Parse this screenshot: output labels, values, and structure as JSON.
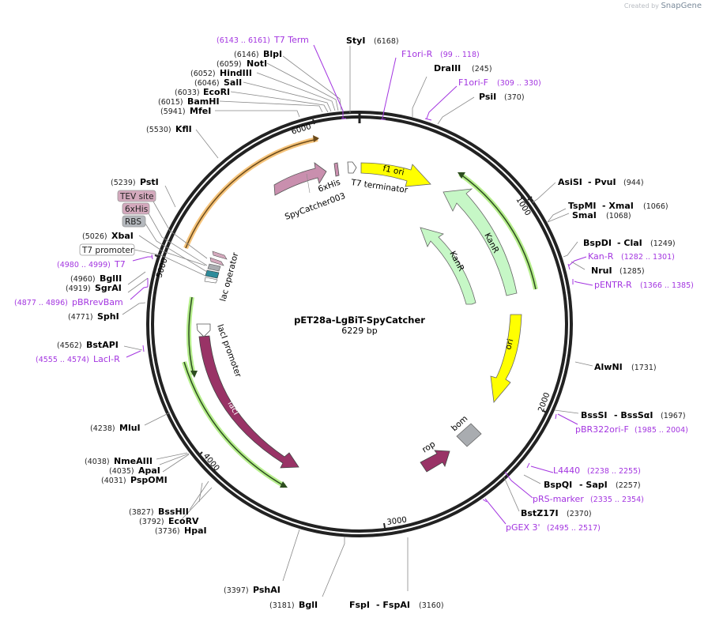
{
  "watermark": {
    "prefix": "Created by",
    "brand": "SnapGene"
  },
  "plasmid": {
    "name": "pET28a-LgBiT-SpyCatcher",
    "length_label": "6229 bp",
    "length": 6229
  },
  "ticks": [
    {
      "label": "1000",
      "pos": 1000
    },
    {
      "label": "2000",
      "pos": 2000
    },
    {
      "label": "3000",
      "pos": 3000
    },
    {
      "label": "4000",
      "pos": 4000
    },
    {
      "label": "5000",
      "pos": 5000
    },
    {
      "label": "6000",
      "pos": 6000
    }
  ],
  "enzymes_right": [
    {
      "name": "StyI",
      "pos": "(6168)"
    },
    {
      "name": "DraIII",
      "pos": "(245)"
    },
    {
      "name": "PsiI",
      "pos": "(370)"
    },
    {
      "name": "AsiSI",
      "name2": "- PvuI",
      "pos": "(944)"
    },
    {
      "name": "TspMI",
      "name2": "- XmaI",
      "pos": "(1066)"
    },
    {
      "name": "SmaI",
      "pos": "(1068)"
    },
    {
      "name": "BspDI",
      "name2": "- ClaI",
      "pos": "(1249)"
    },
    {
      "name": "NruI",
      "pos": "(1285)"
    },
    {
      "name": "AlwNI",
      "pos": "(1731)"
    },
    {
      "name": "BssSI",
      "name2": "- BssSαI",
      "pos": "(1967)"
    },
    {
      "name": "BspQI",
      "name2": "- SapI",
      "pos": "(2257)"
    },
    {
      "name": "BstZ17I",
      "pos": "(2370)"
    },
    {
      "name": "FspI",
      "name2": "- FspAI",
      "pos": "(3160)"
    }
  ],
  "enzymes_left": [
    {
      "name": "BlpI",
      "pos": "(6146)"
    },
    {
      "name": "NotI",
      "pos": "(6059)"
    },
    {
      "name": "HindIII",
      "pos": "(6052)"
    },
    {
      "name": "SalI",
      "pos": "(6046)"
    },
    {
      "name": "EcoRI",
      "pos": "(6033)"
    },
    {
      "name": "BamHI",
      "pos": "(6015)"
    },
    {
      "name": "MfeI",
      "pos": "(5941)"
    },
    {
      "name": "KflI",
      "pos": "(5530)"
    },
    {
      "name": "PstI",
      "pos": "(5239)"
    },
    {
      "name": "XbaI",
      "pos": "(5026)"
    },
    {
      "name": "BglII",
      "pos": "(4960)"
    },
    {
      "name": "SgrAI",
      "pos": "(4919)"
    },
    {
      "name": "SphI",
      "pos": "(4771)"
    },
    {
      "name": "BstAPI",
      "pos": "(4562)"
    },
    {
      "name": "MluI",
      "pos": "(4238)"
    },
    {
      "name": "NmeAIII",
      "pos": "(4038)"
    },
    {
      "name": "ApaI",
      "pos": "(4035)"
    },
    {
      "name": "PspOMI",
      "pos": "(4031)"
    },
    {
      "name": "BssHII",
      "pos": "(3827)"
    },
    {
      "name": "EcoRV",
      "pos": "(3792)"
    },
    {
      "name": "HpaI",
      "pos": "(3736)"
    },
    {
      "name": "PshAI",
      "pos": "(3397)"
    },
    {
      "name": "BglI",
      "pos": "(3181)"
    }
  ],
  "primers": [
    {
      "name": "T7 Term",
      "range": "(6143 .. 6161)"
    },
    {
      "name": "F1ori-R",
      "range": "(99 .. 118)"
    },
    {
      "name": "F1ori-F",
      "range": "(309 .. 330)"
    },
    {
      "name": "Kan-R",
      "range": "(1282 .. 1301)"
    },
    {
      "name": "pENTR-R",
      "range": "(1366 .. 1385)"
    },
    {
      "name": "pBR322ori-F",
      "range": "(1985 .. 2004)"
    },
    {
      "name": "L4440",
      "range": "(2238 .. 2255)"
    },
    {
      "name": "pRS-marker",
      "range": "(2335 .. 2354)"
    },
    {
      "name": "pGEX 3'",
      "range": "(2495 .. 2517)"
    },
    {
      "name": "T7",
      "range": "(4980 .. 4999)"
    },
    {
      "name": "pBRrevBam",
      "range": "(4877 .. 4896)"
    },
    {
      "name": "LacI-R",
      "range": "(4555 .. 4574)"
    }
  ],
  "feature_boxes": [
    {
      "label": "TEV site",
      "color": "#d4a9bd"
    },
    {
      "label": "6xHis",
      "color": "#d4a9bd"
    },
    {
      "label": "RBS",
      "color": "#b4b8bd"
    },
    {
      "label": "T7 promoter",
      "color": "#ffffff"
    }
  ],
  "features": [
    {
      "label": "SpyCatcher003",
      "color": "#c98fae"
    },
    {
      "label": "6xHis",
      "color": "#c98fae"
    },
    {
      "label": "T7 terminator",
      "color": "#ffffff"
    },
    {
      "label": "f1 ori",
      "color": "#ffff00"
    },
    {
      "label": "KanR",
      "color": "#c6f7c6"
    },
    {
      "label": "KanR",
      "color": "#c6f7c6"
    },
    {
      "label": "ori",
      "color": "#ffff00"
    },
    {
      "label": "bom",
      "color": "#a9acb0"
    },
    {
      "label": "rop",
      "color": "#993366"
    },
    {
      "label": "lacI",
      "color": "#993366"
    },
    {
      "label": "lacI promoter",
      "color": "#ffffff"
    },
    {
      "label": "lac operator",
      "color": "#2e8b9a"
    }
  ],
  "colors": {
    "primer": "#a335e0",
    "backbone": "#222222",
    "orf_green": "#9be46b",
    "orf_orange": "#f5c37a"
  }
}
